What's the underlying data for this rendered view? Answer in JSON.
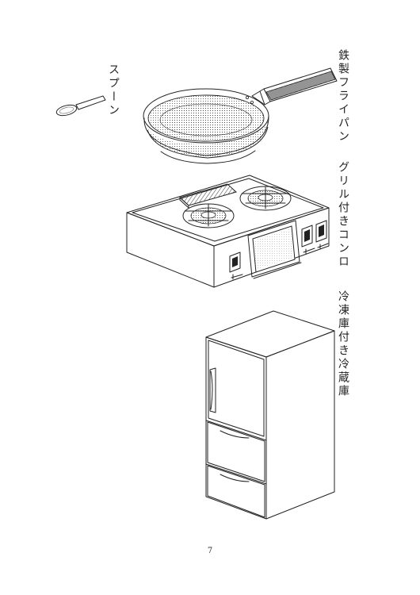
{
  "labels": {
    "spoon": "スプーン",
    "pan": "鉄製フライパン",
    "stove": "グリル付きコンロ",
    "fridge": "冷凍庫付き冷蔵庫"
  },
  "page_number": "7"
}
